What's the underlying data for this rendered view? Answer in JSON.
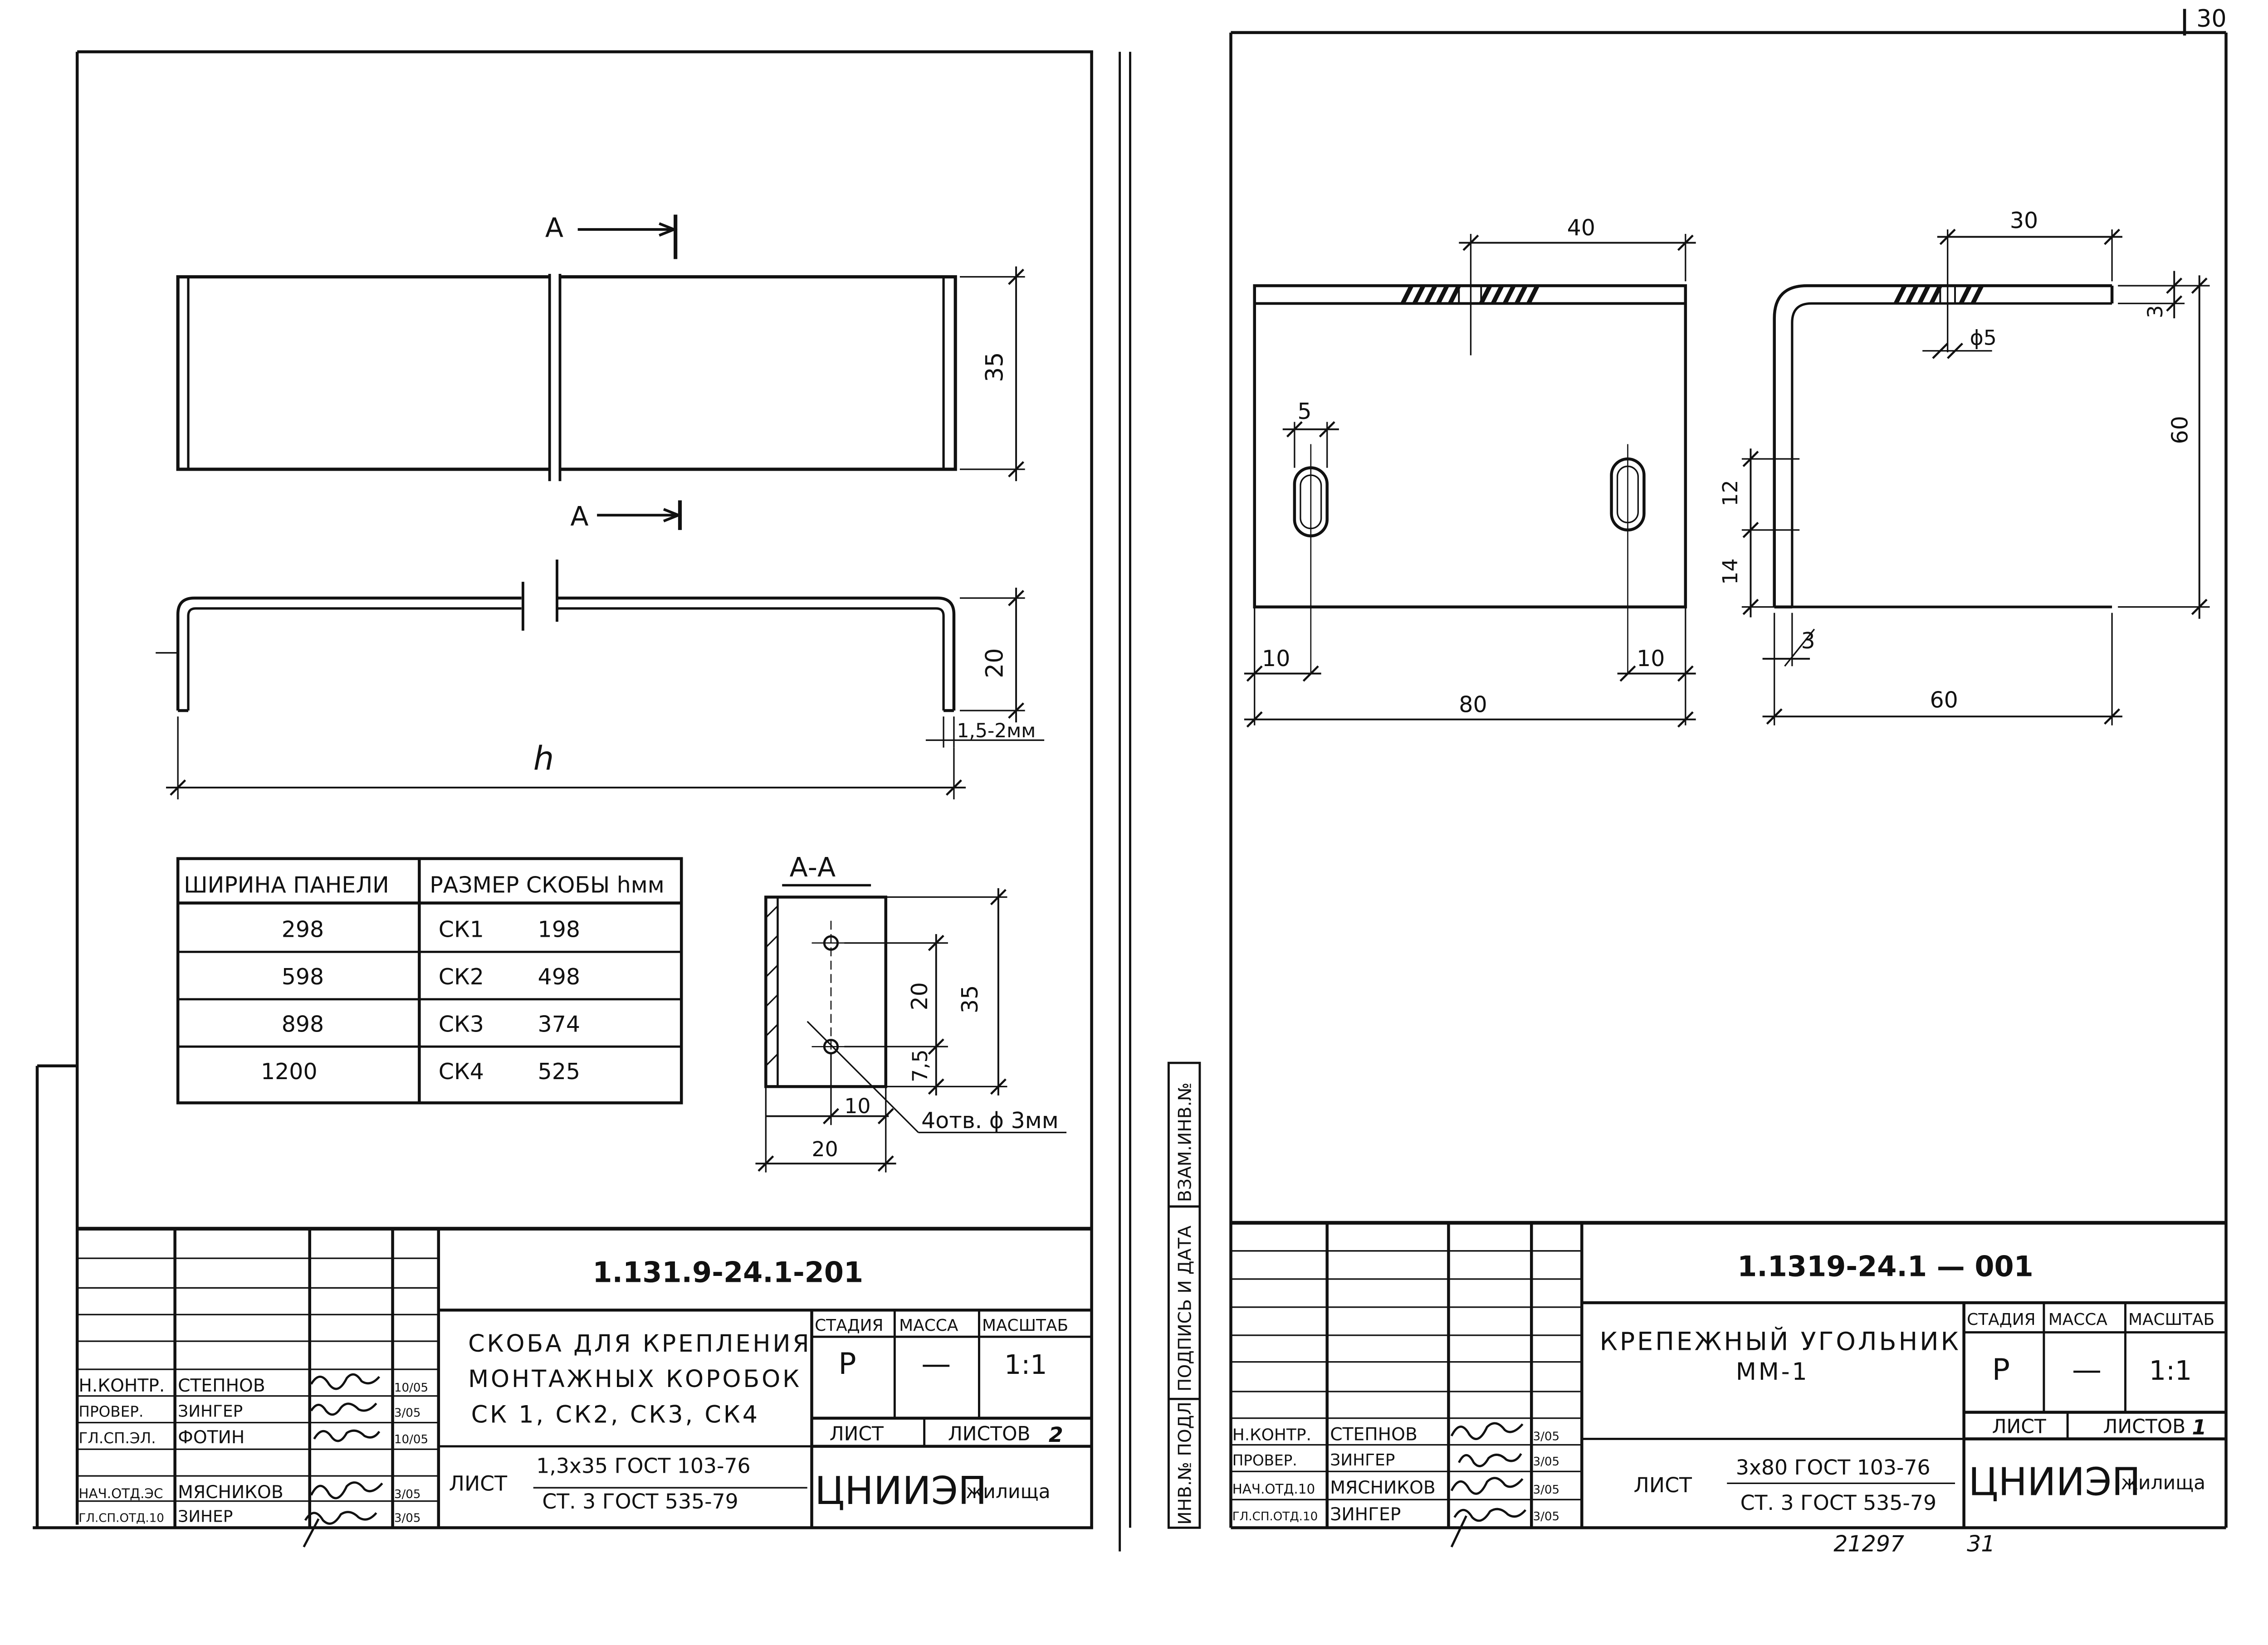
{
  "page_number": "30",
  "left_sheet": {
    "section_top_label": "A",
    "section_mid_label": "A",
    "dim_height_top": "35",
    "dim_height_bottom": "20",
    "dim_thickness": "1,5-2мм",
    "dim_length_symbol": "h",
    "table": {
      "headers": [
        "ШИРИНА ПАНЕЛИ",
        "РАЗМЕР СКОБЫ hмм"
      ],
      "rows": [
        {
          "width": "298",
          "mark": "СК1",
          "size": "198"
        },
        {
          "width": "598",
          "mark": "СК2",
          "size": "498"
        },
        {
          "width": "898",
          "mark": "СК3",
          "size": "374"
        },
        {
          "width": "1200",
          "mark": "СК4",
          "size": "525"
        }
      ]
    },
    "section": {
      "title": "А-А",
      "dim_20_vertical": "20",
      "dim_35_vertical": "35",
      "dim_75": "7,5",
      "dim_10": "10",
      "dim_20_bottom": "20",
      "note": "4отв. ϕ 3мм"
    },
    "titleblock": {
      "code": "1.131.9-24.1-201",
      "title_lines": [
        "СКОБА ДЛЯ КРЕПЛЕНИЯ",
        "МОНТАЖНЫХ КОРОБОК",
        "СК 1, СК2, СК3, СК4"
      ],
      "headers": [
        "СТАДИЯ",
        "МАССА",
        "МАСШТАБ"
      ],
      "stage": "Р",
      "mass": "—",
      "scale": "1:1",
      "sheet_label": "ЛИСТ",
      "sheets_label": "ЛИСТОВ",
      "sheets_count": "2",
      "material_prefix": "ЛИСТ",
      "material_line1": "1,3х35 ГОСТ 103-76",
      "material_line2": "СТ. 3 ГОСТ 535-79",
      "org_main": "ЦНИИЭП",
      "org_sub": "жилища",
      "roles": [
        {
          "role": "Н.КОНТР.",
          "name": "СТЕПНОВ",
          "date": "10/05"
        },
        {
          "role": "ПРОВЕР.",
          "name": "ЗИНГЕР",
          "date": "3/05"
        },
        {
          "role": "ГЛ.СП.ЭЛ.",
          "name": "ФОТИН",
          "date": "10/05"
        },
        {
          "role": "НАЧ.ОТД.ЭС",
          "name": "МЯСНИКОВ",
          "date": "3/05"
        },
        {
          "role": "ГЛ.СП.ОТД.10",
          "name": "ЗИНЕР",
          "date": "3/05"
        }
      ]
    }
  },
  "side_strip": {
    "labels": [
      "ИНВ.№ ПОДЛ.",
      "ПОДПИСЬ И ДАТА",
      "ВЗАМ.ИНВ.№"
    ]
  },
  "right_sheet": {
    "dim_40": "40",
    "dim_5": "5",
    "dim_10_left": "10",
    "dim_10_right": "10",
    "dim_80": "80",
    "dim_30": "30",
    "dim_phi5": "ϕ5",
    "dim_3_top": "3",
    "dim_60_vertical": "60",
    "dim_12": "12",
    "dim_14": "14",
    "dim_3_bottom": "3",
    "dim_60_horizontal": "60",
    "titleblock": {
      "code": "1.1319-24.1 — 001",
      "title_line1": "КРЕПЕЖНЫЙ УГОЛЬНИК",
      "title_line2": "ММ-1",
      "headers": [
        "СТАДИЯ",
        "МАССА",
        "МАСШТАБ"
      ],
      "stage": "Р",
      "mass": "—",
      "scale": "1:1",
      "sheet_label": "ЛИСТ",
      "sheets_label": "ЛИСТОВ",
      "sheets_count": "1",
      "material_prefix": "ЛИСТ",
      "material_line1": "3х80 ГОСТ 103-76",
      "material_line2": "СТ. 3 ГОСТ 535-79",
      "org_main": "ЦНИИЭП",
      "org_sub": "жилища",
      "roles": [
        {
          "role": "Н.КОНТР.",
          "name": "СТЕПНОВ",
          "date": "3/05"
        },
        {
          "role": "ПРОВЕР.",
          "name": "ЗИНГЕР",
          "date": "3/05"
        },
        {
          "role": "НАЧ.ОТД.10",
          "name": "МЯСНИКОВ",
          "date": "3/05"
        },
        {
          "role": "ГЛ.СП.ОТД.10",
          "name": "ЗИНГЕР",
          "date": "3/05"
        }
      ]
    },
    "footer_numbers": [
      "21297",
      "31"
    ]
  }
}
